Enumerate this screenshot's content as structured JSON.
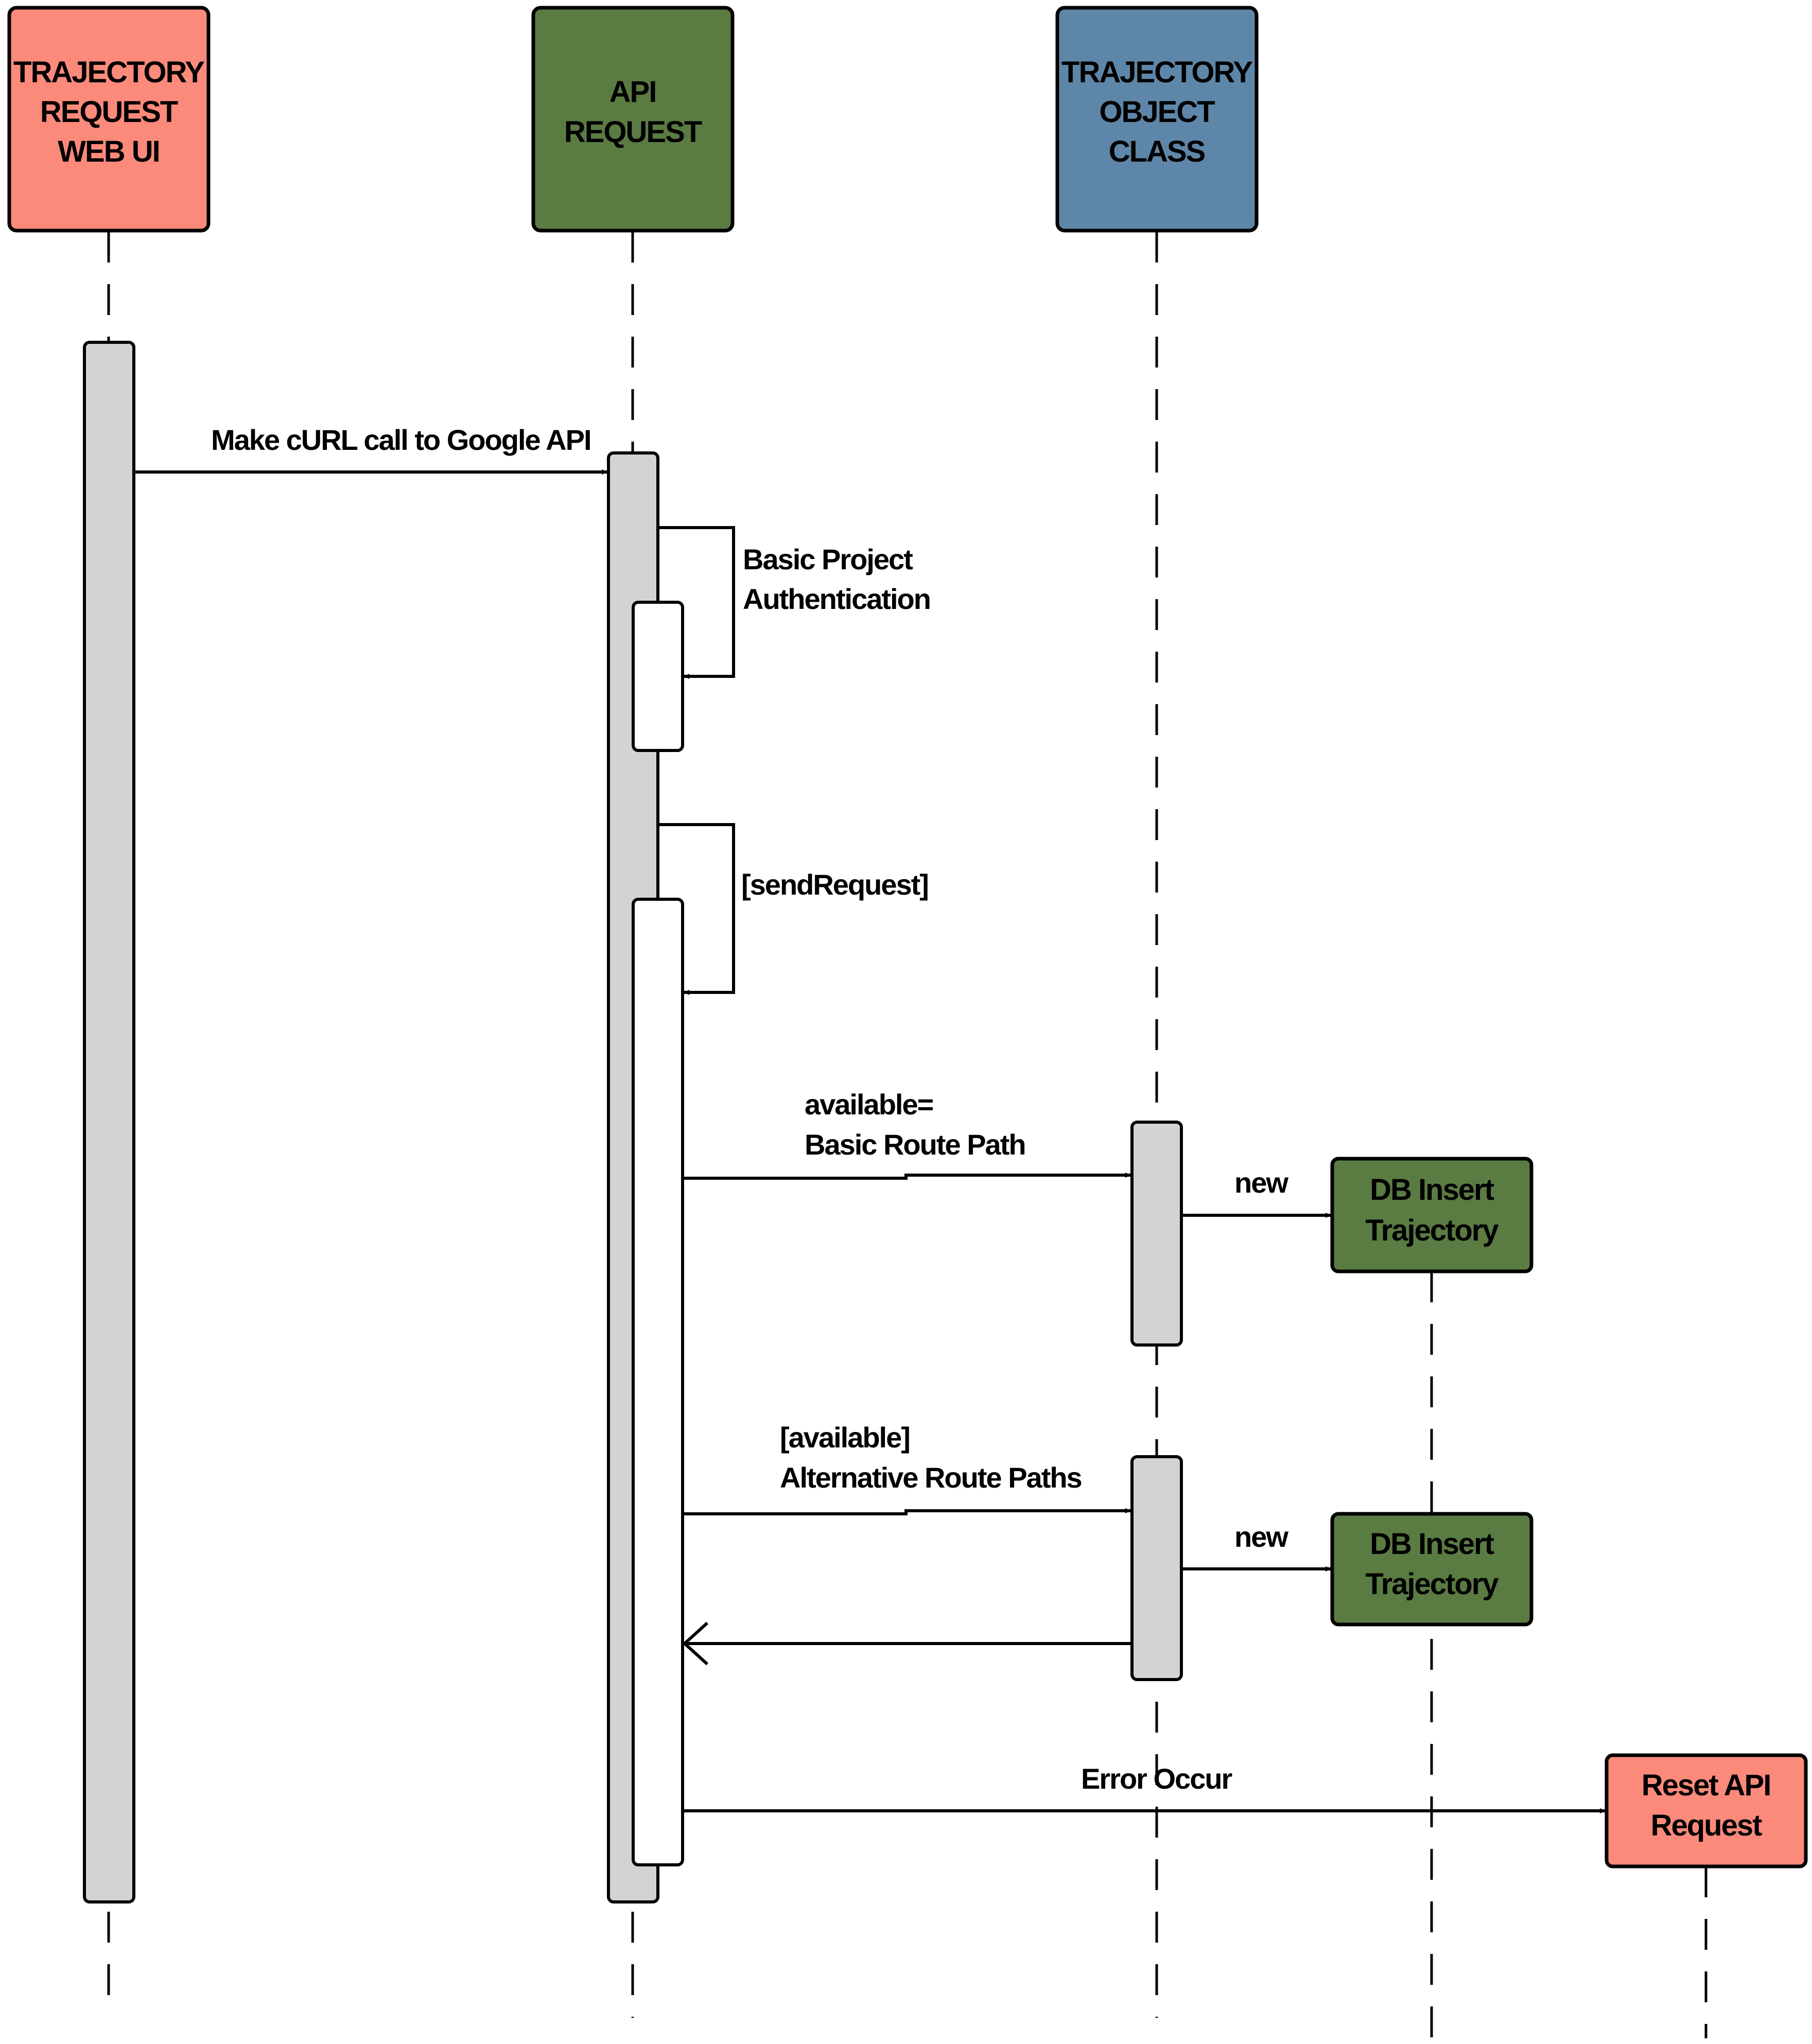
{
  "colors": {
    "salmon": "#fb8a7b",
    "green": "#5a7b42",
    "blue": "#5e86a8",
    "activation_gray": "#d3d3d3",
    "line": "#000000"
  },
  "participants": {
    "web_ui": {
      "lines": [
        "TRAJECTORY",
        "REQUEST",
        "WEB UI"
      ],
      "color": "salmon"
    },
    "api_request": {
      "lines": [
        "API",
        "REQUEST"
      ],
      "color": "green"
    },
    "trajectory_object": {
      "lines": [
        "TRAJECTORY",
        "OBJECT",
        "CLASS"
      ],
      "color": "blue"
    },
    "db_insert_1": {
      "lines": [
        "DB Insert",
        "Trajectory"
      ],
      "color": "green"
    },
    "db_insert_2": {
      "lines": [
        "DB Insert",
        "Trajectory"
      ],
      "color": "green"
    },
    "reset_api": {
      "lines": [
        "Reset API",
        "Request"
      ],
      "color": "salmon"
    }
  },
  "messages": {
    "curl_call": {
      "lines": [
        "Make cURL call to Google API"
      ]
    },
    "basic_auth": {
      "lines": [
        "Basic Project",
        "Authentication"
      ]
    },
    "send_request": {
      "lines": [
        "[sendRequest]"
      ]
    },
    "basic_route": {
      "lines": [
        "available=",
        "Basic Route Path"
      ]
    },
    "new_1": {
      "lines": [
        "new"
      ]
    },
    "alt_routes": {
      "lines": [
        "[available]",
        "Alternative Route Paths"
      ]
    },
    "new_2": {
      "lines": [
        "new"
      ]
    },
    "error_occur": {
      "lines": [
        "Error Occur"
      ]
    }
  }
}
